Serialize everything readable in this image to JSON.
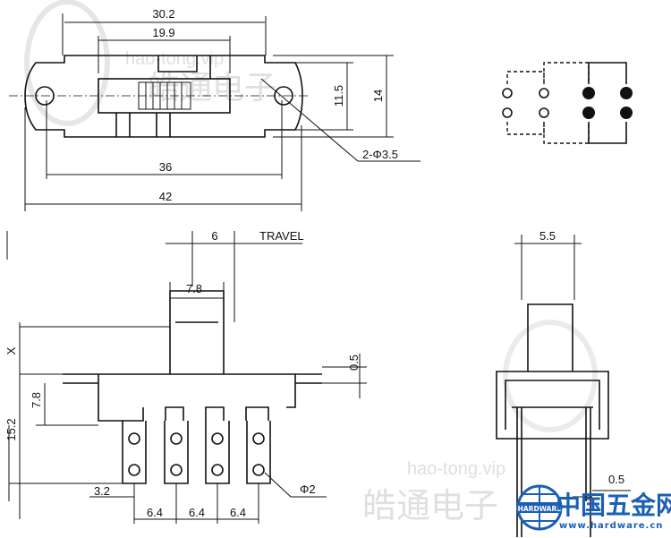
{
  "top_view": {
    "dim_overall_inner": "30.2",
    "dim_slot": "19.9",
    "dim_hole_pitch": "36",
    "dim_overall": "42",
    "dim_height_inner": "11.5",
    "dim_height": "14",
    "hole_label": "2-Φ3.5"
  },
  "side_view": {
    "dim_travel": "6",
    "travel_label": "TRAVEL",
    "dim_actuator_width": "7.8",
    "dim_x": "X",
    "dim_body_height": "7.8",
    "dim_total_height": "15.2",
    "dim_flange": "0.5",
    "dim_pin_offset": "3.2",
    "dim_pitch": [
      "6.4",
      "6.4",
      "6.4"
    ],
    "pin_dia": "Φ2"
  },
  "end_view": {
    "dim_actuator": "5.5",
    "dim_pin": "0.5"
  },
  "watermarks": {
    "site": "hao-tong.vip",
    "brand_cn": "皓通电子",
    "logo_cn": "中国五金网",
    "logo_en": "HARDWARE",
    "logo_url": "www.hardware.cn"
  },
  "colors": {
    "logo": "#1a5fb4",
    "line": "#111111"
  }
}
